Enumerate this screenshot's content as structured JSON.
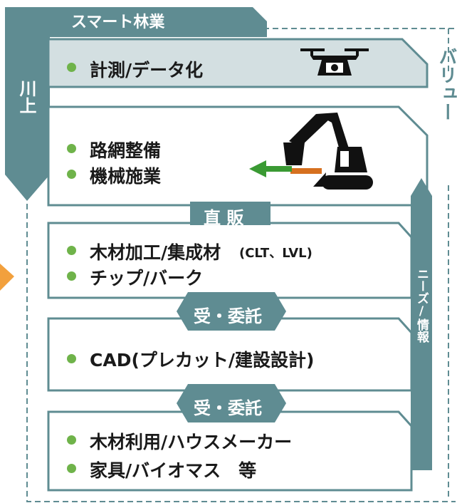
{
  "header": {
    "title": "スマート林業"
  },
  "left_tab": {
    "label": "川上"
  },
  "right_arrow": {
    "label": "ニーズ/情報"
  },
  "right_cut_text": {
    "label": "バリュー"
  },
  "boxes": [
    {
      "items": [
        "計測/データ化"
      ]
    },
    {
      "items": [
        "路網整備",
        "機械施業"
      ]
    },
    {
      "items": [
        "木材加工/集成材",
        "チップ/バーク"
      ],
      "suffix": "(CLT、LVL)"
    },
    {
      "items": [
        "CAD(プレカット/建設設計)"
      ]
    },
    {
      "items": [
        "木材利用/ハウスメーカー",
        "家具/バイオマス　等"
      ]
    }
  ],
  "connectors": [
    "直 販",
    "受・委託",
    "受・委託"
  ],
  "icons": [
    "drone-icon",
    "excavator-icon",
    "arrow-left-icon"
  ],
  "colors": {
    "teal": "#5f8c92",
    "box_light": "#d3dfe1",
    "bullet": "#6fb34a",
    "orange_arrow": "#f2a03d",
    "green_arrow": "#3a9a33",
    "log": "#d6701f"
  }
}
